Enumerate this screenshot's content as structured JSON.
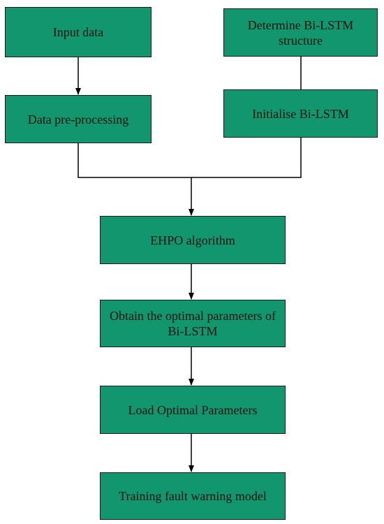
{
  "nodes": {
    "input_data": "Input data",
    "data_preprocessing": "Data pre-processing",
    "determine_structure": "Determine Bi-LSTM structure",
    "initialise": "Initialise Bi-LSTM",
    "ehpo": "EHPO algorithm",
    "obtain_optimal": "Obtain the optimal parameters of Bi-LSTM",
    "load_optimal": "Load Optimal Parameters",
    "training": "Training fault warning model"
  },
  "edges": [
    {
      "from": "input_data",
      "to": "data_preprocessing",
      "arrow": true
    },
    {
      "from": "determine_structure",
      "to": "initialise",
      "arrow": false
    },
    {
      "from": "data_preprocessing",
      "to": "ehpo",
      "arrow": true
    },
    {
      "from": "initialise",
      "to": "ehpo",
      "arrow": true
    },
    {
      "from": "ehpo",
      "to": "obtain_optimal",
      "arrow": true
    },
    {
      "from": "obtain_optimal",
      "to": "load_optimal",
      "arrow": true
    },
    {
      "from": "load_optimal",
      "to": "training",
      "arrow": true
    }
  ],
  "colors": {
    "box_fill": "#12966d",
    "box_border": "#1a1a1a",
    "connector": "#000000"
  }
}
